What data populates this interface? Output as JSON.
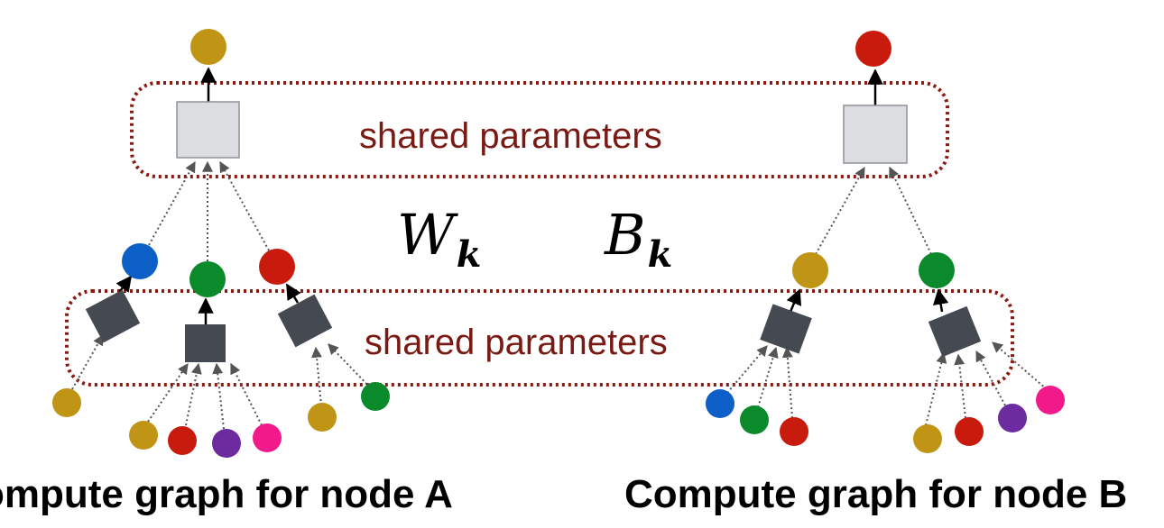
{
  "shared_parameters_top": "shared parameters",
  "shared_parameters_bottom": "shared parameters",
  "weight_symbol": {
    "base": "W",
    "sub": "k"
  },
  "bias_symbol": {
    "base": "B",
    "sub": "k"
  },
  "caption_a": "ompute graph for node A",
  "caption_b": "Compute graph for node B",
  "colors": {
    "region_border": "#8b1a12",
    "region_text": "#7a1a14",
    "aggregator_light": "#dcdde0",
    "aggregator_dark": "#454a52",
    "node_gold": "#c09414",
    "node_red": "#c91a0e",
    "node_blue": "#0b5fc7",
    "node_green": "#0a8a2a",
    "node_purple": "#6d2ba0",
    "node_pink": "#f2198a"
  }
}
